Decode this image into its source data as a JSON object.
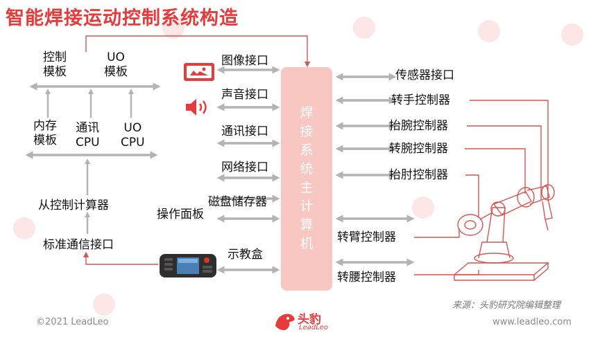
{
  "title": "智能焊接运动控制系统构造",
  "main_unit": "焊接系统主计算机",
  "left_modules": {
    "control_template": [
      "控制",
      "模板"
    ],
    "uo_template": [
      "UO",
      "模板"
    ],
    "memory_template": [
      "内存",
      "模板"
    ],
    "comm_cpu": [
      "通讯",
      "CPU"
    ],
    "uo_cpu": [
      "UO",
      "CPU"
    ],
    "slave_computer": "从控制计算器",
    "std_comm_interface": "标准通信接口"
  },
  "interfaces_left": {
    "image": "图像接口",
    "sound": "声音接口",
    "comm": "通讯接口",
    "network": "网络接口",
    "disk": "磁盘储存器",
    "panel": "操作面板",
    "pendant": "示教盒"
  },
  "controllers_right": [
    "传感器接口",
    "转手控制器",
    "抬腕控制器",
    "转腕控制器",
    "抬肘控制器",
    "转臂控制器",
    "转腰控制器"
  ],
  "footer": {
    "copyright": "©2021 LeadLeo",
    "source": "来源：头豹研究院编辑整理",
    "brand_cn": "头豹",
    "brand_en": "LeadLeo",
    "url": "www.leadleo.com"
  },
  "colors": {
    "accent": "#e83a3a",
    "arrow_gray": "#b3b3b3",
    "main_box": "#f8c7c2",
    "connector": "#d9534f"
  },
  "icons": [
    "image-interface-icon",
    "sound-speaker-icon",
    "teach-pendant-icon",
    "welding-robot-icon",
    "leadleo-leopard-logo"
  ]
}
